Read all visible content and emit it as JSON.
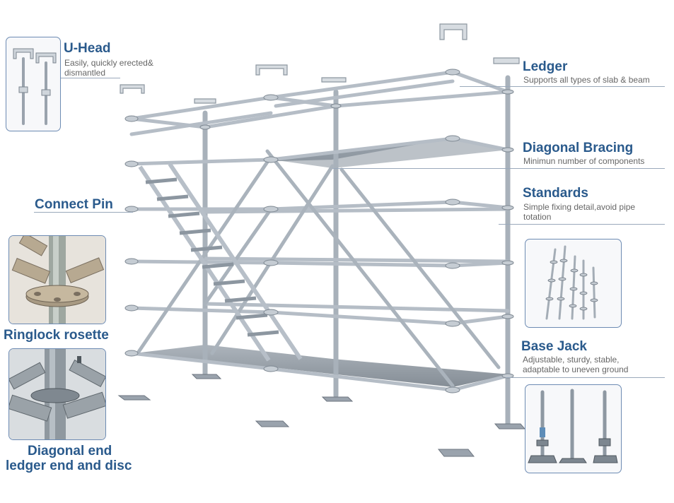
{
  "callouts": {
    "u_head": {
      "title": "U-Head",
      "desc_line1": "Easily,  quickly erected&",
      "desc_line2": "dismantled"
    },
    "ledger": {
      "title": "Ledger",
      "desc": "Supports all types of slab & beam"
    },
    "diagonal_bracing": {
      "title": "Diagonal Bracing",
      "desc": "Minimun number of components"
    },
    "standards": {
      "title": "Standards",
      "desc_line1": "Simple fixing detail,avoid pipe",
      "desc_line2": "totation"
    },
    "connect_pin": {
      "title": "Connect Pin"
    },
    "ringlock_rosette": {
      "title": "Ringlock rosette"
    },
    "diagonal_end": {
      "title_line1": "Diagonal end",
      "title_line2": "ledger end and disc"
    },
    "base_jack": {
      "title": "Base Jack",
      "desc_line1": "Adjustable, sturdy, stable,",
      "desc_line2": "adaptable to uneven ground"
    }
  },
  "colors": {
    "label_blue": "#2a5a8c",
    "description_gray": "#666666",
    "thumbnail_border": "#6d8bb3",
    "steel": "#b9c1ca"
  }
}
